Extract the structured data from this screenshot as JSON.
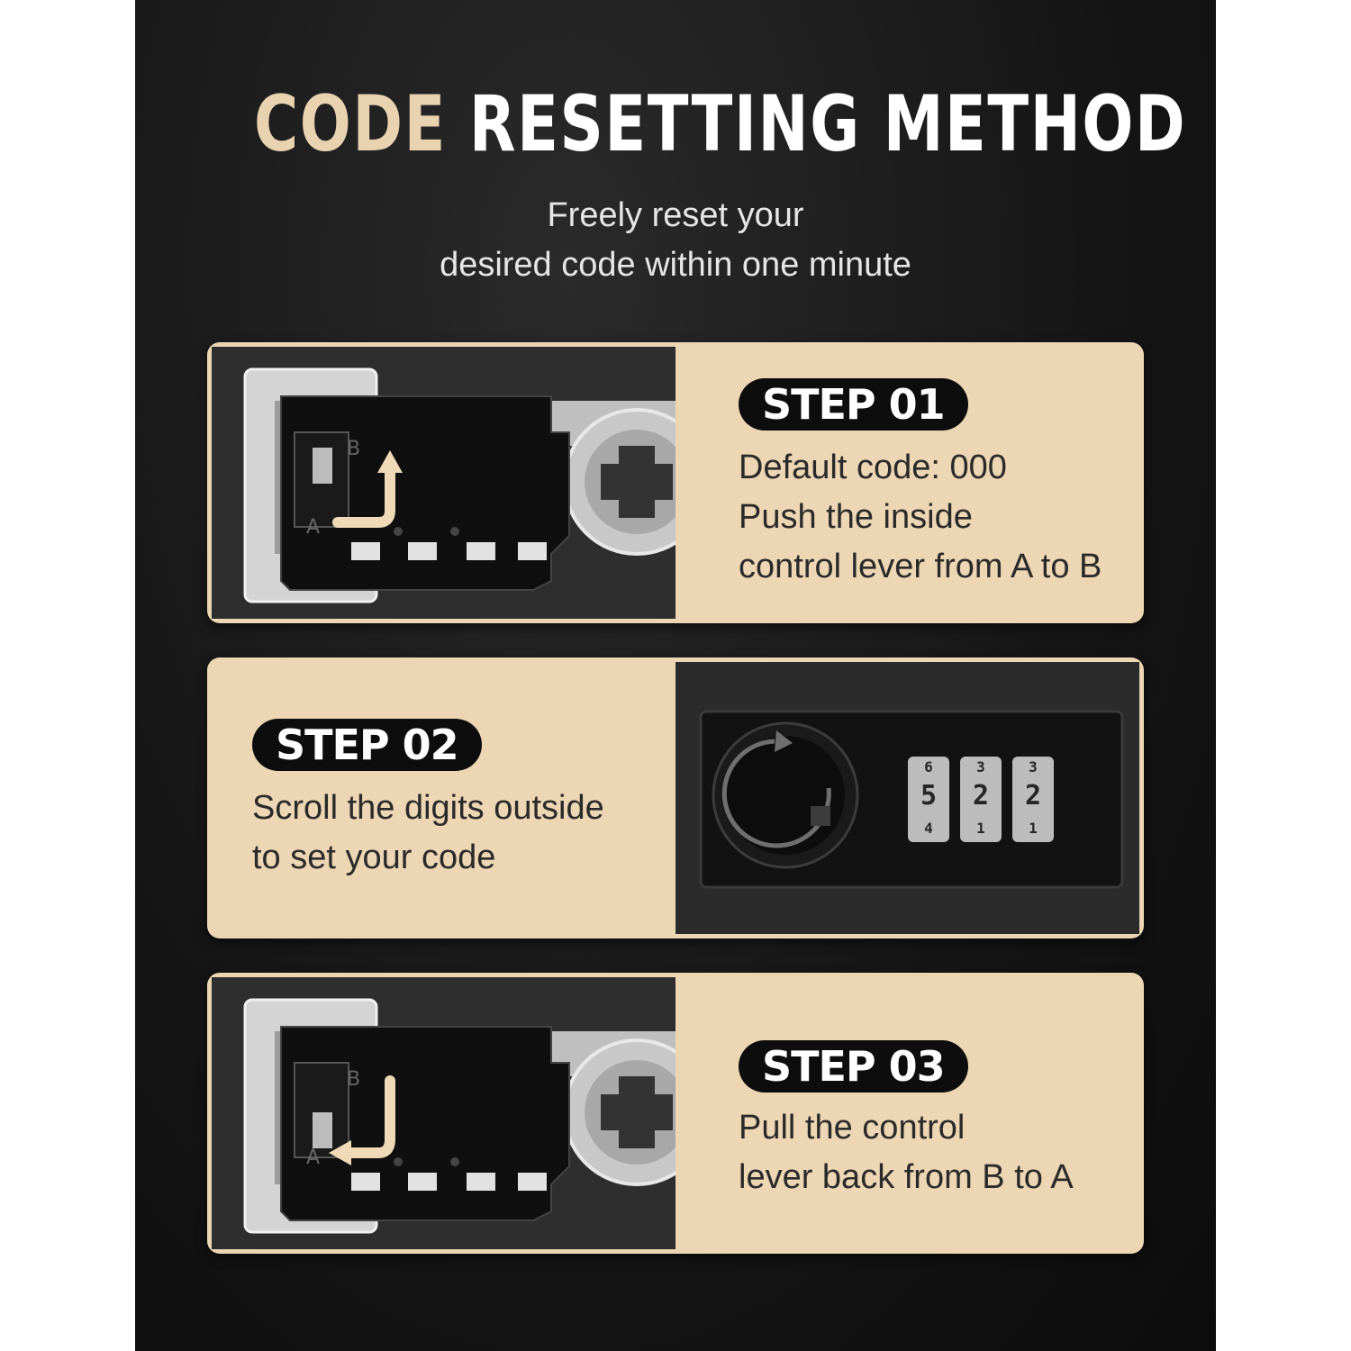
{
  "header": {
    "title_accent": "CODE",
    "title_rest": "RESETTING METHOD",
    "subtitle_lines": [
      "Freely reset your",
      "desired code within one minute"
    ]
  },
  "steps": [
    {
      "badge": "STEP 01",
      "lines": [
        "Default code: 000",
        "Push the inside",
        "control lever from A to B"
      ],
      "photo": {
        "label_a": "A",
        "label_b": "B",
        "arrow": "up-arrow-icon"
      }
    },
    {
      "badge": "STEP 02",
      "lines": [
        "Scroll the digits outside",
        "to set your code"
      ],
      "photo": {
        "wheels": [
          [
            "6",
            "5",
            "4"
          ],
          [
            "3",
            "2",
            "1"
          ],
          [
            "3",
            "2",
            "1"
          ]
        ]
      }
    },
    {
      "badge": "STEP 03",
      "lines": [
        "Pull the control",
        "lever back from B to A"
      ],
      "photo": {
        "label_a": "A",
        "label_b": "B",
        "arrow": "down-left-arrow-icon"
      }
    }
  ],
  "colors": {
    "accent": "#e8d2b0",
    "card": "#ecd6b3",
    "background": "#151515"
  }
}
